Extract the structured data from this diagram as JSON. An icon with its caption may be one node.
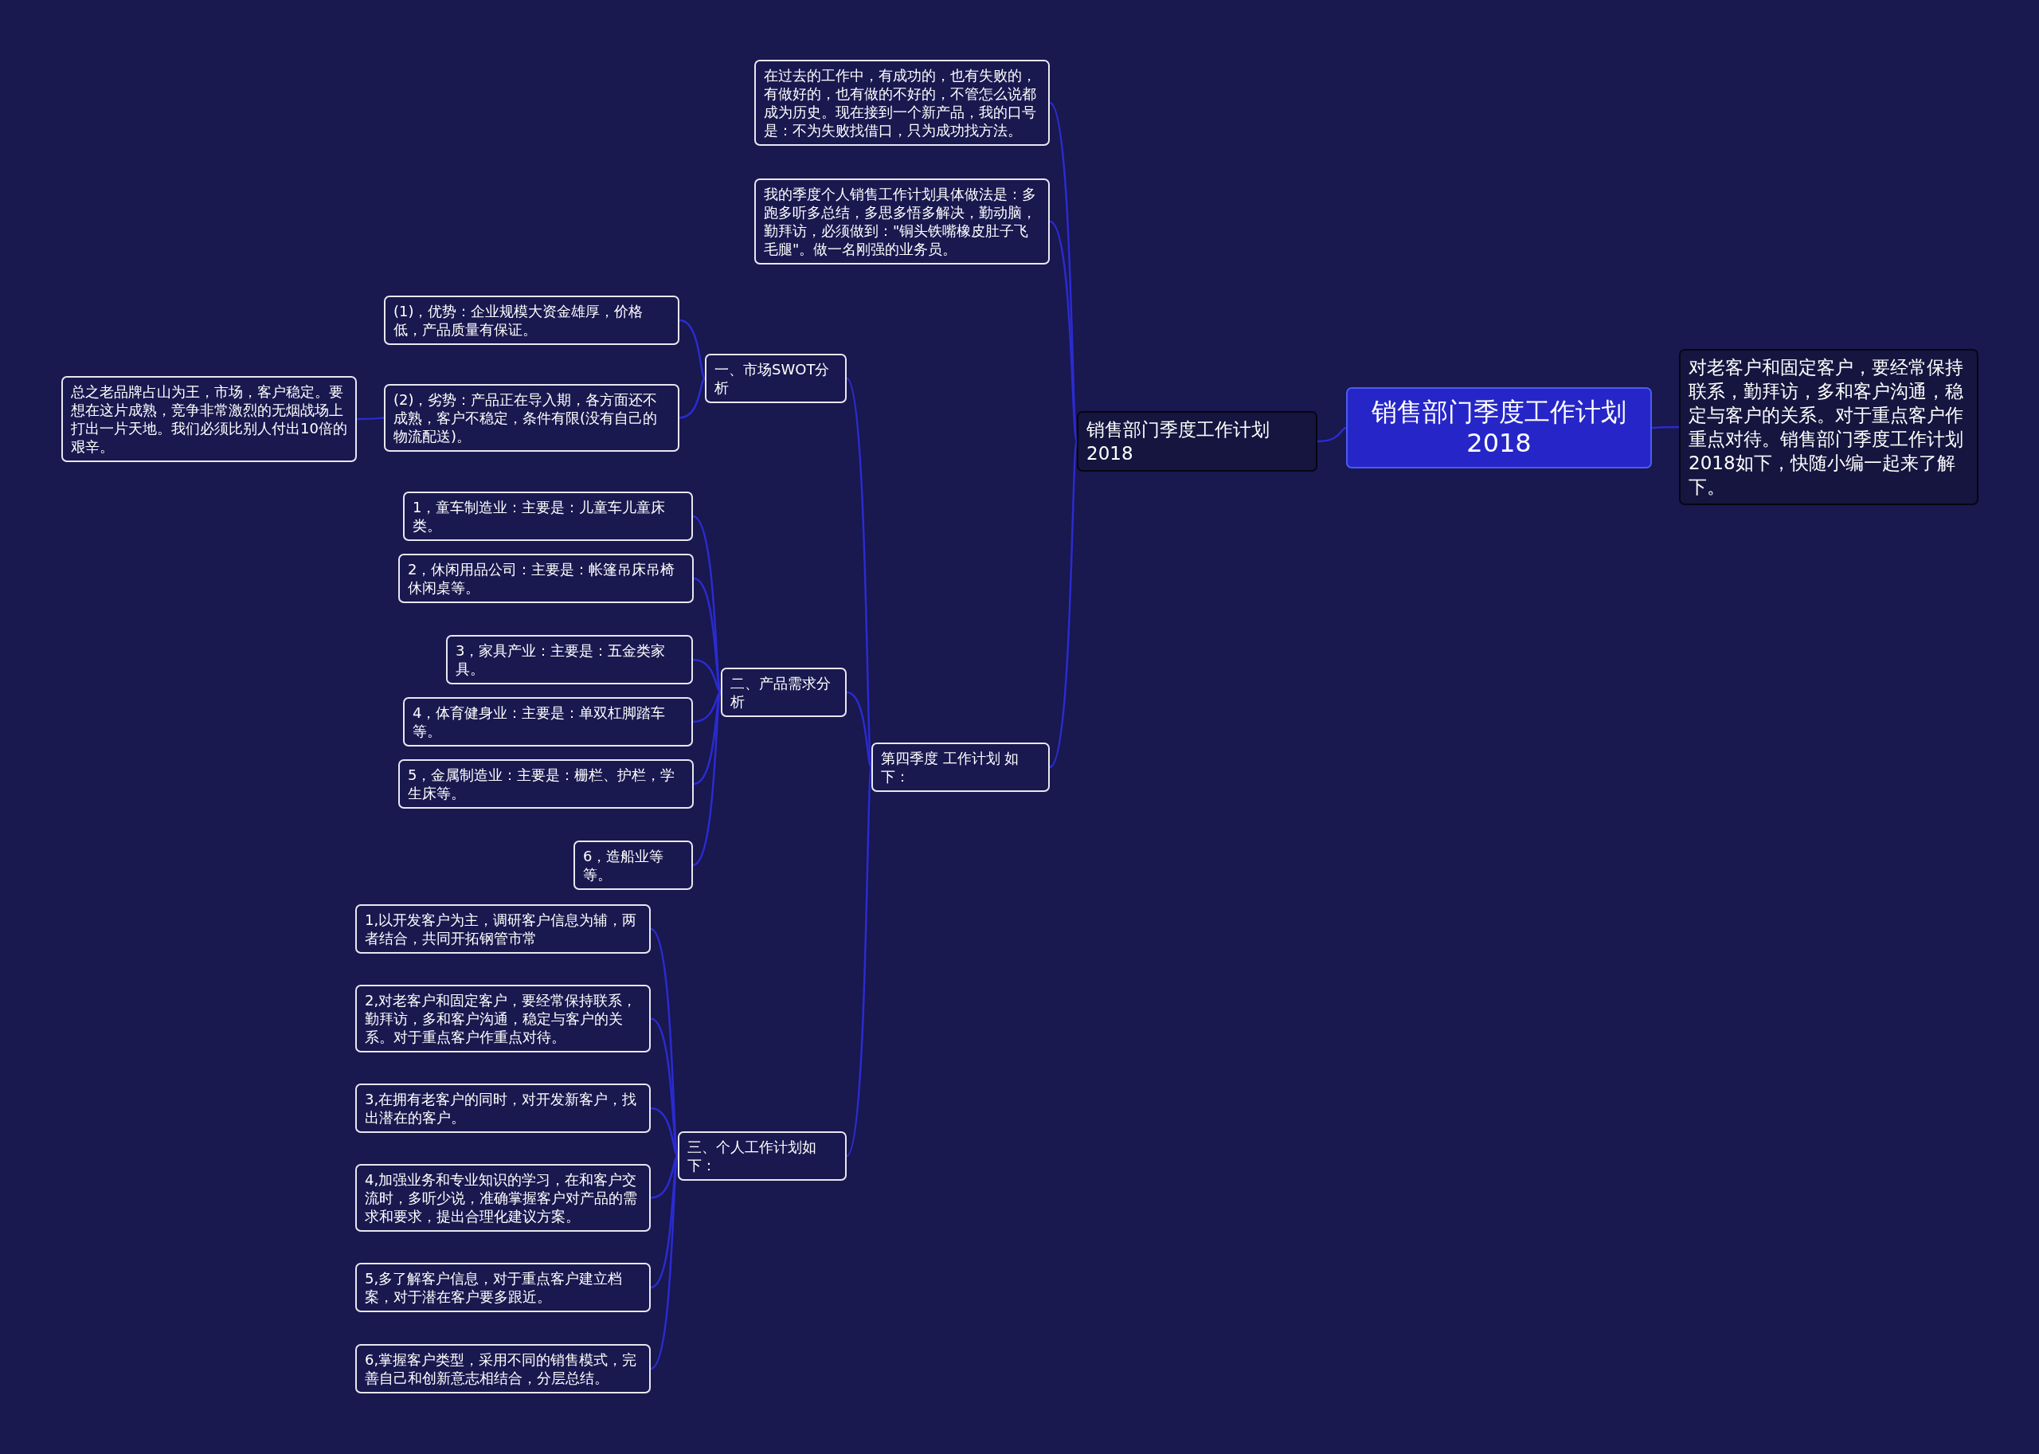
{
  "diagram": {
    "nodes": [
      {
        "text": [
          "销售部门季度工作计划2018"
        ]
      },
      {
        "text": [
          "对老客户和固定客户，要经常保持联系，勤拜访，多和客户沟通，稳定与客户的关系。对于重点客户作重点对待。销售部门季度工作计划2018如下，快随小编一起来了解下。"
        ]
      },
      {
        "text": [
          "销售部门季度工作计划2018"
        ]
      },
      {
        "text": [
          "在过去的工作中，有成功的，也有失败的，有做好的，也有做的不好的，不管怎么说都成为历史。现在接到一个新产品，我的口号是：不为失败找借口，只为成功找方法。"
        ]
      },
      {
        "text": [
          "我的季度个人销售工作计划具体做法是：多跑多听多总结，多思多悟多解决，勤动脑，勤拜访，必须做到：\"铜头铁嘴橡皮肚子飞毛腿\"。做一名刚强的业务员。"
        ]
      },
      {
        "text": [
          "第四季度 工作计划 如下："
        ]
      },
      {
        "text": [
          "一、市场SWOT分析"
        ]
      },
      {
        "text": [
          "(1)，优势：企业规模大资金雄厚，价格低，产品质量有保证。"
        ]
      },
      {
        "text": [
          "(2)，劣势：产品正在导入期，各方面还不成熟，客户不稳定，条件有限(没有自己的物流配送)。"
        ]
      },
      {
        "text": [
          "总之老品牌占山为王，市场，客户稳定。要想在这片成熟，竞争非常激烈的无烟战场上打出一片天地。我们必须比别人付出10倍的艰辛。"
        ]
      },
      {
        "text": [
          "二、产品需求分析"
        ]
      },
      {
        "text": [
          "1，童车制造业：主要是：儿童车儿童床类。"
        ]
      },
      {
        "text": [
          "2，休闲用品公司：主要是：帐篷吊床吊椅休闲桌等。"
        ]
      },
      {
        "text": [
          "3，家具产业：主要是：五金类家具。"
        ]
      },
      {
        "text": [
          "4，体育健身业：主要是：单双杠脚踏车等。"
        ]
      },
      {
        "text": [
          "5，金属制造业：主要是：栅栏、护栏，学生床等。"
        ]
      },
      {
        "text": [
          "6，造船业等等。"
        ]
      },
      {
        "text": [
          "三、个人工作计划如下："
        ]
      },
      {
        "text": [
          "1,以开发客户为主，调研客户信息为辅，两者结合，共同开拓钢管市常"
        ]
      },
      {
        "text": [
          "2,对老客户和固定客户，要经常保持联系，勤拜访，多和客户沟通，稳定与客户的关系。对于重点客户作重点对待。"
        ]
      },
      {
        "text": [
          "3,在拥有老客户的同时，对开发新客户，找出潜在的客户。"
        ]
      },
      {
        "text": [
          "4,加强业务和专业知识的学习，在和客户交流时，多听少说，准确掌握客户对产品的需求和要求，提出合理化建议方案。"
        ]
      },
      {
        "text": [
          "5,多了解客户信息，对于重点客户建立档案，对于潜在客户要多跟近。"
        ]
      },
      {
        "text": [
          "6,掌握客户类型，采用不同的销售模式，完善自己和创新意志相结合，分层总结。"
        ]
      }
    ],
    "edges": [
      {
        "from": 0,
        "to": 1,
        "arrow": "none"
      },
      {
        "from": 0,
        "to": 2,
        "arrow": "none"
      },
      {
        "from": 2,
        "to": 3,
        "arrow": "none"
      },
      {
        "from": 2,
        "to": 4,
        "arrow": "none"
      },
      {
        "from": 2,
        "to": 5,
        "arrow": "none"
      },
      {
        "from": 5,
        "to": 6,
        "arrow": "none"
      },
      {
        "from": 5,
        "to": 10,
        "arrow": "none"
      },
      {
        "from": 5,
        "to": 17,
        "arrow": "none"
      },
      {
        "from": 6,
        "to": 7,
        "arrow": "none"
      },
      {
        "from": 6,
        "to": 8,
        "arrow": "none"
      },
      {
        "from": 8,
        "to": 9,
        "arrow": "none"
      },
      {
        "from": 10,
        "to": 11,
        "arrow": "none"
      },
      {
        "from": 10,
        "to": 12,
        "arrow": "none"
      },
      {
        "from": 10,
        "to": 13,
        "arrow": "none"
      },
      {
        "from": 10,
        "to": 14,
        "arrow": "none"
      },
      {
        "from": 10,
        "to": 15,
        "arrow": "none"
      },
      {
        "from": 10,
        "to": 16,
        "arrow": "none"
      },
      {
        "from": 17,
        "to": 18,
        "arrow": "none"
      },
      {
        "from": 17,
        "to": 19,
        "arrow": "none"
      },
      {
        "from": 17,
        "to": 20,
        "arrow": "none"
      },
      {
        "from": 17,
        "to": 21,
        "arrow": "none"
      },
      {
        "from": 17,
        "to": 22,
        "arrow": "none"
      },
      {
        "from": 17,
        "to": 23,
        "arrow": "none"
      }
    ]
  }
}
